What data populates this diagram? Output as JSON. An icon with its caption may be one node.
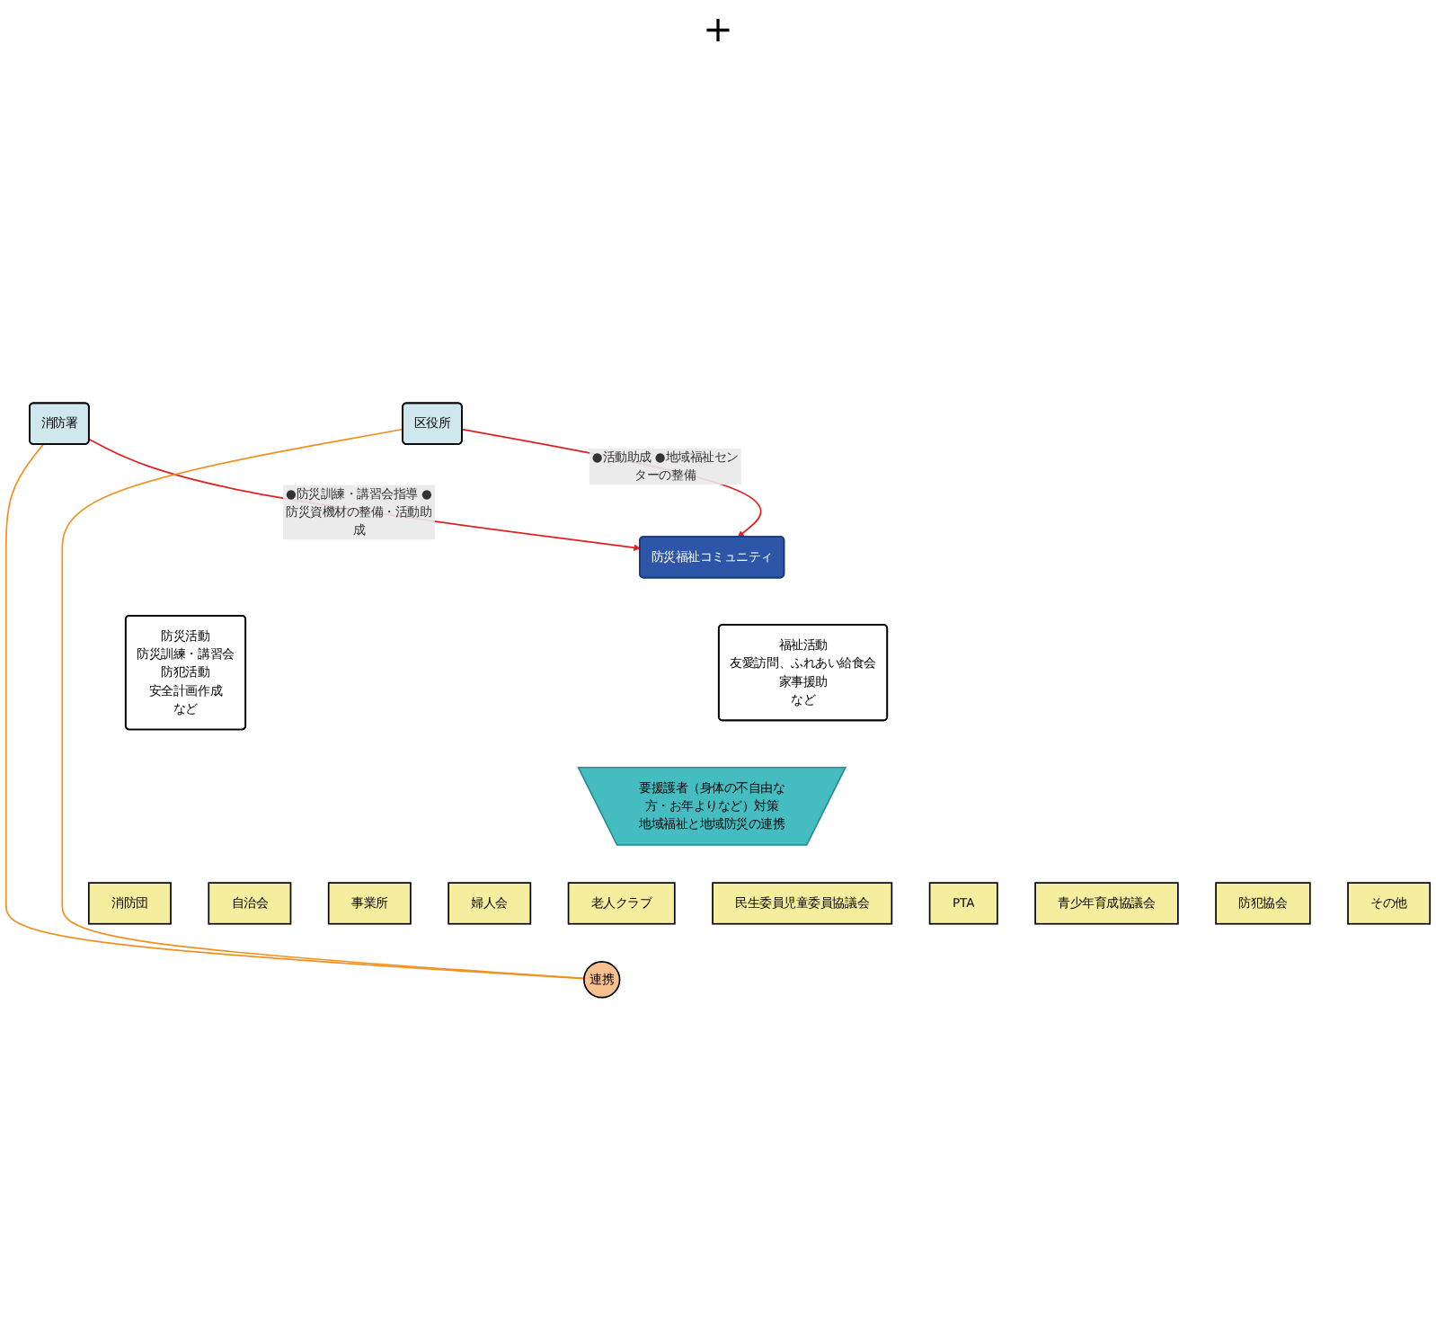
{
  "diagram": {
    "nodes": [
      {
        "text": [
          "防災福祉コミュニティ"
        ]
      },
      {
        "text": [
          "防災活動",
          "防災訓練・講習会",
          "防犯活動",
          "安全計画作成",
          "など"
        ]
      },
      {
        "text": [
          "福祉活動",
          "友愛訪問、ふれあい給食会",
          "家事援助",
          "など"
        ]
      },
      {
        "text": [
          "消防署"
        ]
      },
      {
        "text": [
          "区役所"
        ]
      },
      {
        "text": [
          "要援護者（身体の不自由な方・お年よりなど）対策",
          "地域福祉と地域防災の連携"
        ]
      },
      {
        "text": [
          "消防団"
        ]
      },
      {
        "text": [
          "自治会"
        ]
      },
      {
        "text": [
          "事業所"
        ]
      },
      {
        "text": [
          "婦人会"
        ]
      },
      {
        "text": [
          "老人クラブ"
        ]
      },
      {
        "text": [
          "民生委員児童委員協議会"
        ]
      },
      {
        "text": [
          "PTA"
        ]
      },
      {
        "text": [
          "青少年育成協議会"
        ]
      },
      {
        "text": [
          "防犯協会"
        ]
      },
      {
        "text": [
          "その他"
        ]
      },
      {
        "text": [
          "連携"
        ]
      }
    ],
    "edges": [
      {
        "from": 3,
        "to": 0,
        "arrow": "to",
        "label": "●防災訓練・講習会指導 ●防災資機材の整備・活動助成",
        "color": "#e02020"
      },
      {
        "from": 4,
        "to": 0,
        "arrow": "to",
        "label": "●活動助成 ●地域福祉センターの整備",
        "color": "#e02020"
      },
      {
        "from": 3,
        "to": 16,
        "arrow": "none",
        "color": "#f0901e"
      },
      {
        "from": 4,
        "to": 16,
        "arrow": "none",
        "color": "#f0901e"
      }
    ],
    "labels": [
      "+"
    ]
  }
}
